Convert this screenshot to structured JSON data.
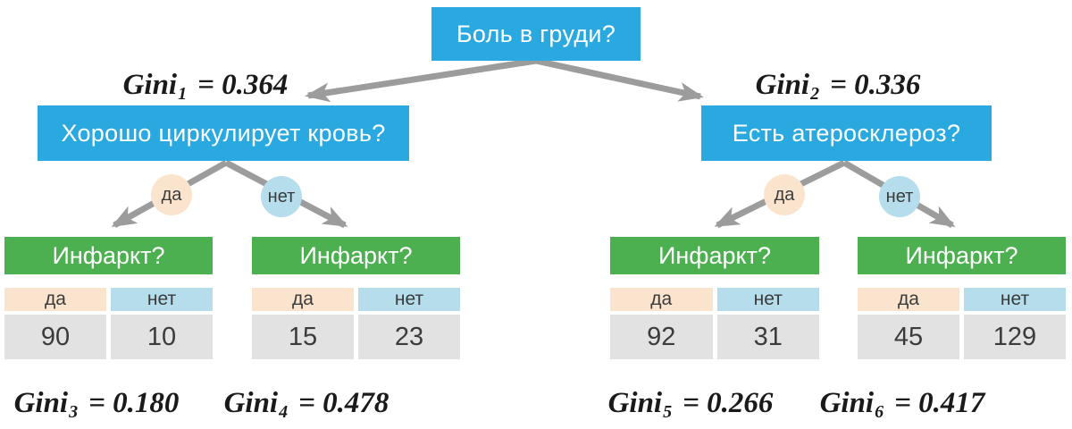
{
  "colors": {
    "node-blue": "#29a9e0",
    "leaf-green": "#4caf50",
    "yes-peach": "#fbe4cd",
    "no-blue": "#b5ddec",
    "cell-gray": "#e2e2e2",
    "arrow-gray": "#9c9c9c",
    "text-dark": "#3b3b3b"
  },
  "nodes": {
    "root": "Боль в груди?",
    "left": "Хорошо циркулирует кровь?",
    "right": "Есть атеросклероз?"
  },
  "edge_labels": {
    "yes": "да",
    "no": "нет"
  },
  "gini_labels": [
    {
      "base": "Gini",
      "sub": "1",
      "eq": "= 0.364"
    },
    {
      "base": "Gini",
      "sub": "2",
      "eq": "= 0.336"
    },
    {
      "base": "Gini",
      "sub": "3",
      "eq": "= 0.180"
    },
    {
      "base": "Gini",
      "sub": "4",
      "eq": "= 0.478"
    },
    {
      "base": "Gini",
      "sub": "5",
      "eq": "= 0.266"
    },
    {
      "base": "Gini",
      "sub": "6",
      "eq": "= 0.417"
    }
  ],
  "leaves": [
    {
      "title": "Инфаркт?",
      "yes_header": "да",
      "no_header": "нет",
      "yes_count": "90",
      "no_count": "10"
    },
    {
      "title": "Инфаркт?",
      "yes_header": "да",
      "no_header": "нет",
      "yes_count": "15",
      "no_count": "23"
    },
    {
      "title": "Инфаркт?",
      "yes_header": "да",
      "no_header": "нет",
      "yes_count": "92",
      "no_count": "31"
    },
    {
      "title": "Инфаркт?",
      "yes_header": "да",
      "no_header": "нет",
      "yes_count": "45",
      "no_count": "129"
    }
  ]
}
